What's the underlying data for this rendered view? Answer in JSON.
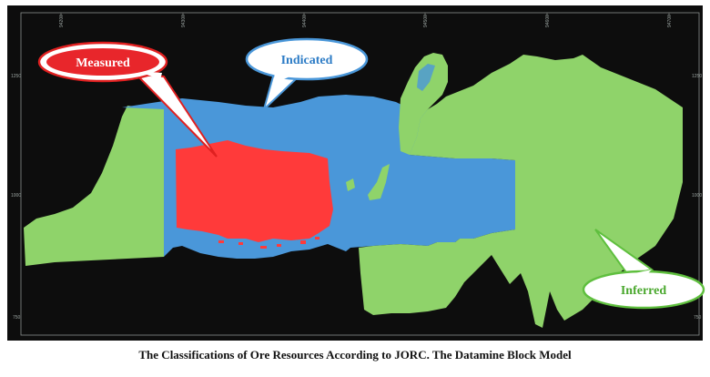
{
  "figure": {
    "caption": "The Classifications of Ore Resources According to JORC. The Datamine Block Model",
    "colors": {
      "background": "#0d0d0d",
      "measured": "#ff3a3a",
      "indicated": "#4a97d9",
      "inferred": "#8fd36a",
      "frame": "#9aa3a0"
    },
    "callouts": {
      "measured": "Measured",
      "indicated": "Indicated",
      "inferred": "Inferred"
    },
    "y_ticks_left": [
      "1250",
      "1000",
      "750"
    ],
    "y_ticks_right": [
      "1250",
      "1000",
      "750"
    ],
    "x_ticks_top": [
      "94200",
      "94300",
      "94400",
      "94500",
      "94600",
      "94700"
    ]
  }
}
